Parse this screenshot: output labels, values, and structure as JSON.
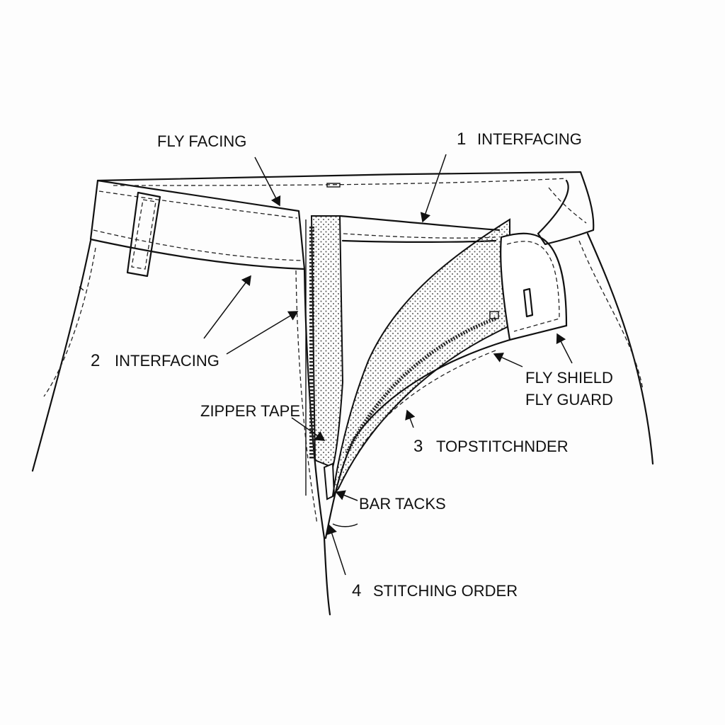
{
  "diagram": {
    "labels": {
      "fly_facing": "FLY FACING",
      "interfacing_1_num": "1",
      "interfacing_1": "INTERFACING",
      "interfacing_2_num": "2",
      "interfacing_2": "INTERFACING",
      "zipper_tape": "ZIPPER TAPE",
      "fly_shield": "FLY SHIELD",
      "fly_guard": "FLY GUARD",
      "topstitch_num": "3",
      "topstitch": "TOPSTITCHNDER",
      "bar_tacks": "BAR TACKS",
      "stitching_order_num": "4",
      "stitching_order": "STITCHING ORDER"
    }
  }
}
